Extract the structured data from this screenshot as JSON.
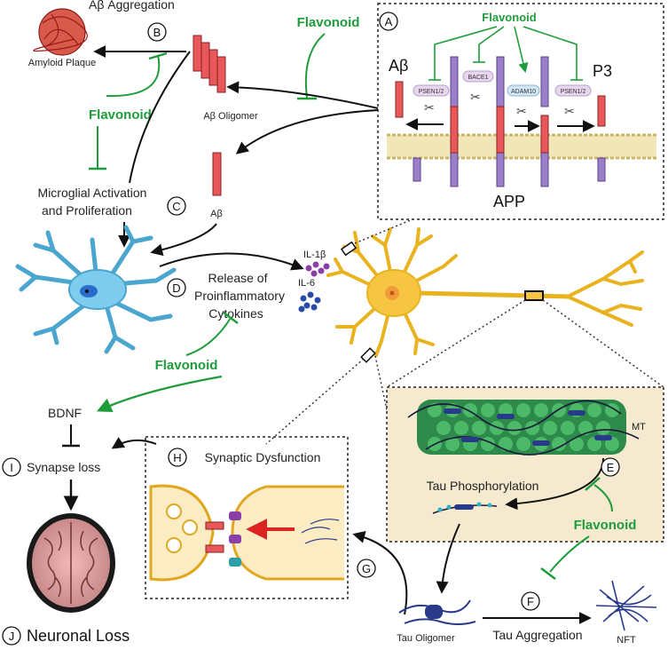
{
  "labels": {
    "ab_aggregation": "Aβ Aggregation",
    "amyloid_plaque": "Amyloid Plaque",
    "ab_oligomer": "Aβ Oligomer",
    "ab_monomer": "Aβ",
    "microglia_line1": "Microglial Activation",
    "microglia_line2": "and Proliferation",
    "release_line1": "Release of",
    "release_line2": "Proinflammatory",
    "release_line3": "Cytokines",
    "il1b": "IL-1β",
    "il6": "IL-6",
    "bdnf": "BDNF",
    "synapse_loss": "Synapse loss",
    "neuronal_loss": "Neuronal Loss",
    "synaptic_dysfunction": "Synaptic Dysfunction",
    "mt": "MT",
    "tau_phosphorylation": "Tau Phosphorylation",
    "tau_oligomer": "Tau Oligomer",
    "tau_aggregation": "Tau Aggregation",
    "nft": "NFT",
    "flavonoid": "Flavonoid"
  },
  "panel_a": {
    "ab": "Aβ",
    "p3": "P3",
    "app": "APP",
    "enzymes": [
      "PSEN1/2",
      "BACE1",
      "ADAM10",
      "PSEN1/2"
    ]
  },
  "steps": [
    "A",
    "B",
    "C",
    "D",
    "E",
    "F",
    "G",
    "H",
    "I",
    "J"
  ],
  "colors": {
    "flavonoid_green": "#1e9c3a",
    "abeta_red": "#e8585a",
    "app_purple": "#9b7fc8",
    "neuron_yellow": "#f6c642",
    "microglia_blue": "#7fcdee",
    "tau_blue": "#2a3a8a"
  }
}
